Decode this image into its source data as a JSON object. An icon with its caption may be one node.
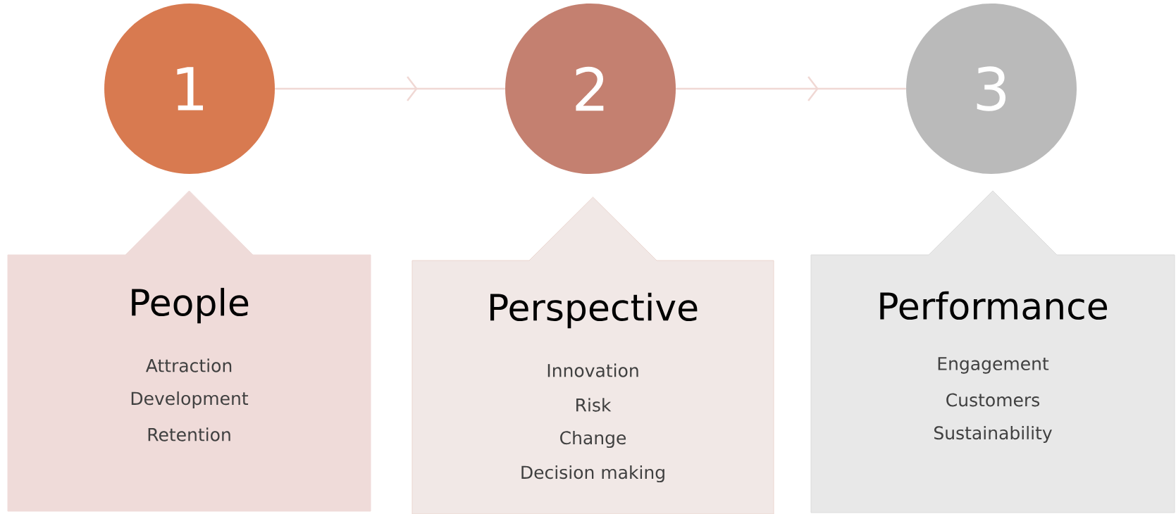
{
  "diagram": {
    "nodes": [
      {
        "text": [
          "1"
        ]
      },
      {
        "text": [
          "2"
        ]
      },
      {
        "text": [
          "3"
        ]
      },
      {
        "text": [
          "People",
          "Attraction",
          "Development",
          "Retention"
        ]
      },
      {
        "text": [
          "Perspective",
          "Innovation",
          "Risk",
          "Change",
          "Decision making"
        ]
      },
      {
        "text": [
          "Performance",
          "Engagement",
          "Customers",
          "Sustainability"
        ]
      }
    ],
    "edges": [
      {
        "from": 0,
        "to": 1,
        "arrow": "to"
      },
      {
        "from": 1,
        "to": 2,
        "arrow": "to"
      }
    ]
  }
}
